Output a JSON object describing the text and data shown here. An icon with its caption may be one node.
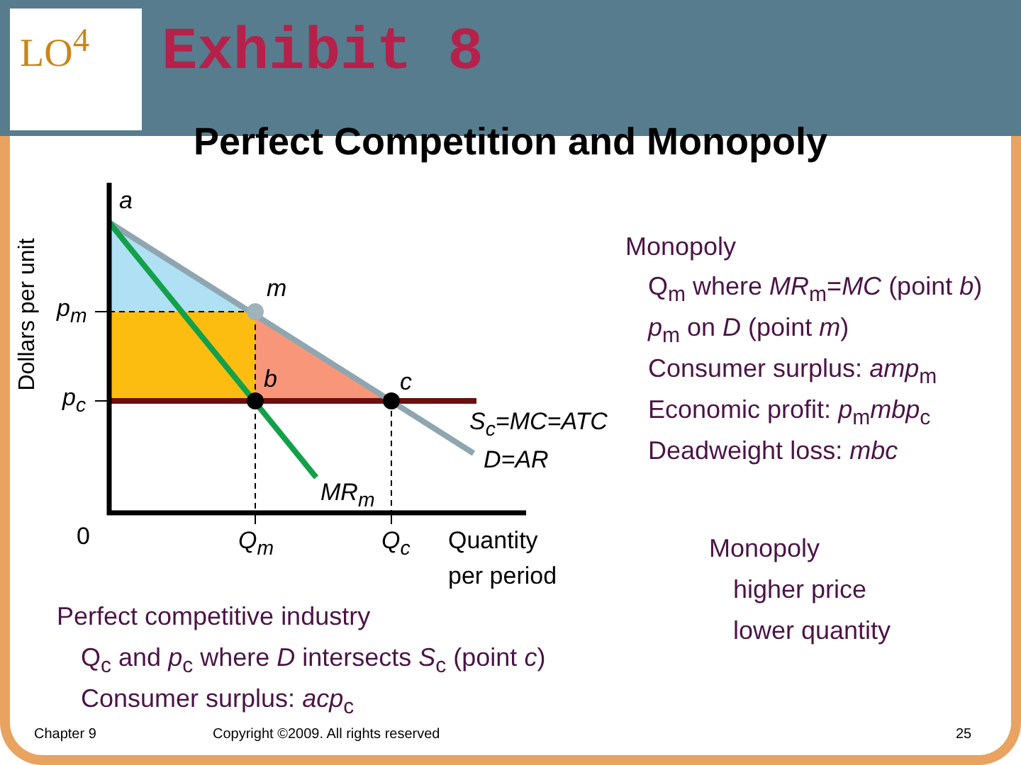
{
  "diagram": {
    "title": "Perfect Competition and Monopoly",
    "labels": [
      "LO$^{4}$",
      "Exhibit 8",
      "a",
      "Dollars per unit",
      "m",
      "p$_{m}$",
      "b",
      "c",
      "p$_{c}$",
      "S$_{c}$=MC=ATC",
      "D=AR",
      "MR$_{m}$",
      "0",
      "Q$_{m}$",
      "Q$_{c}$",
      "Quantity per period",
      "Monopoly",
      "Q$_{m}$ where *MR*$_{m}$=*MC* (point *b*)",
      "*p*$_{m}$ on *D* (point *m*)",
      "Consumer surplus: *amp*$_{m}$",
      "Economic profit: *p*$_{m}$*mbp*$_{c}$",
      "Deadweight loss: *mbc*",
      "Perfect competitive industry",
      "Q$_{c}$ and *p*$_{c}$ where *D* intersects *S*$_{c}$ (point *c*)",
      "Consumer surplus: *acp*$_{c}$",
      "Monopoly",
      "higher price",
      "lower quantity",
      "Chapter 9",
      "Copyright ©2009. All rights reserved",
      "25"
    ]
  }
}
